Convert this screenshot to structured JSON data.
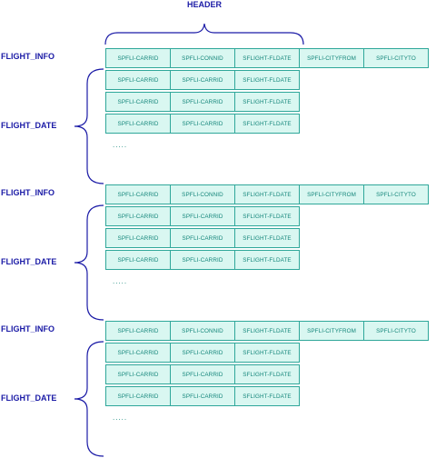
{
  "header_label": "HEADER",
  "continuation": ".....",
  "groups": [
    {
      "info_label": "FLIGHT_INFO",
      "date_label": "FLIGHT_DATE",
      "info_row": [
        "SPFLI-CARRID",
        "SPFLI-CONNID",
        "SFLIGHT-FLDATE",
        "SPFLI-CITYFROM",
        "SPFLI-CITYTO"
      ],
      "date_rows": [
        [
          "SPFLI-CARRID",
          "SPFLI-CARRID",
          "SFLIGHT-FLDATE"
        ],
        [
          "SPFLI-CARRID",
          "SPFLI-CARRID",
          "SFLIGHT-FLDATE"
        ],
        [
          "SPFLI-CARRID",
          "SPFLI-CARRID",
          "SFLIGHT-FLDATE"
        ]
      ]
    },
    {
      "info_label": "FLIGHT_INFO",
      "date_label": "FLIGHT_DATE",
      "info_row": [
        "SPFLI-CARRID",
        "SPFLI-CONNID",
        "SFLIGHT-FLDATE",
        "SPFLI-CITYFROM",
        "SPFLI-CITYTO"
      ],
      "date_rows": [
        [
          "SPFLI-CARRID",
          "SPFLI-CARRID",
          "SFLIGHT-FLDATE"
        ],
        [
          "SPFLI-CARRID",
          "SPFLI-CARRID",
          "SFLIGHT-FLDATE"
        ],
        [
          "SPFLI-CARRID",
          "SPFLI-CARRID",
          "SFLIGHT-FLDATE"
        ]
      ]
    },
    {
      "info_label": "FLIGHT_INFO",
      "date_label": "FLIGHT_DATE",
      "info_row": [
        "SPFLI-CARRID",
        "SPFLI-CONNID",
        "SFLIGHT-FLDATE",
        "SPFLI-CITYFROM",
        "SPFLI-CITYTO"
      ],
      "date_rows": [
        [
          "SPFLI-CARRID",
          "SPFLI-CARRID",
          "SFLIGHT-FLDATE"
        ],
        [
          "SPFLI-CARRID",
          "SPFLI-CARRID",
          "SFLIGHT-FLDATE"
        ],
        [
          "SPFLI-CARRID",
          "SPFLI-CARRID",
          "SFLIGHT-FLDATE"
        ]
      ]
    }
  ],
  "colors": {
    "label_blue": "#1a1aa6",
    "cell_fill": "#d9f7f1",
    "cell_border": "#2fa79a",
    "cell_text": "#14867a"
  }
}
